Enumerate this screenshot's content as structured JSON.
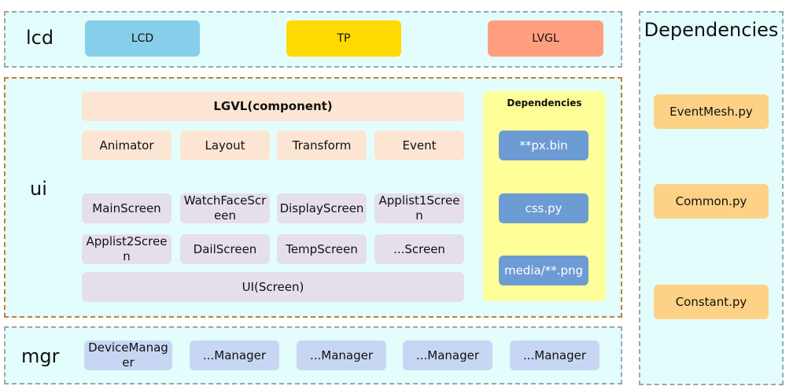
{
  "lcd_layer": {
    "label": "lcd",
    "boxes": [
      "LCD",
      "TP",
      "LVGL"
    ]
  },
  "ui_layer": {
    "label": "ui",
    "component_title": "LGVL(component)",
    "components": [
      "Animator",
      "Layout",
      "Transform",
      "Event"
    ],
    "screens_row1": [
      "MainScreen",
      "WatchFaceScreen",
      "DisplayScreen",
      "Applist1Screen"
    ],
    "screens_row2": [
      "Applist2Screen",
      "DailScreen",
      "TempScreen",
      "...Screen"
    ],
    "ui_screen": "UI(Screen)",
    "dependencies": {
      "title": "Dependencies",
      "items": [
        "**px.bin",
        "css.py",
        "media/**.png"
      ]
    }
  },
  "mgr_layer": {
    "label": "mgr",
    "boxes": [
      "DeviceManager",
      "...Manager",
      "...Manager",
      "...Manager",
      "...Manager"
    ]
  },
  "dependencies_layer": {
    "label": "Dependencies",
    "items": [
      "EventMesh.py",
      "Common.py",
      "Constant.py"
    ]
  },
  "colors": {
    "layer_bg": "#e3fdfd",
    "lcd": "#87ceea",
    "tp": "#ffd900",
    "lvgl": "#ff9f7f",
    "component": "#fce5d2",
    "screen": "#e5dfea",
    "ui_dependency": "#6d9bd3",
    "ui_dependency_panel": "#ffff99",
    "manager": "#c7d7f3",
    "dependency": "#fdd286"
  }
}
